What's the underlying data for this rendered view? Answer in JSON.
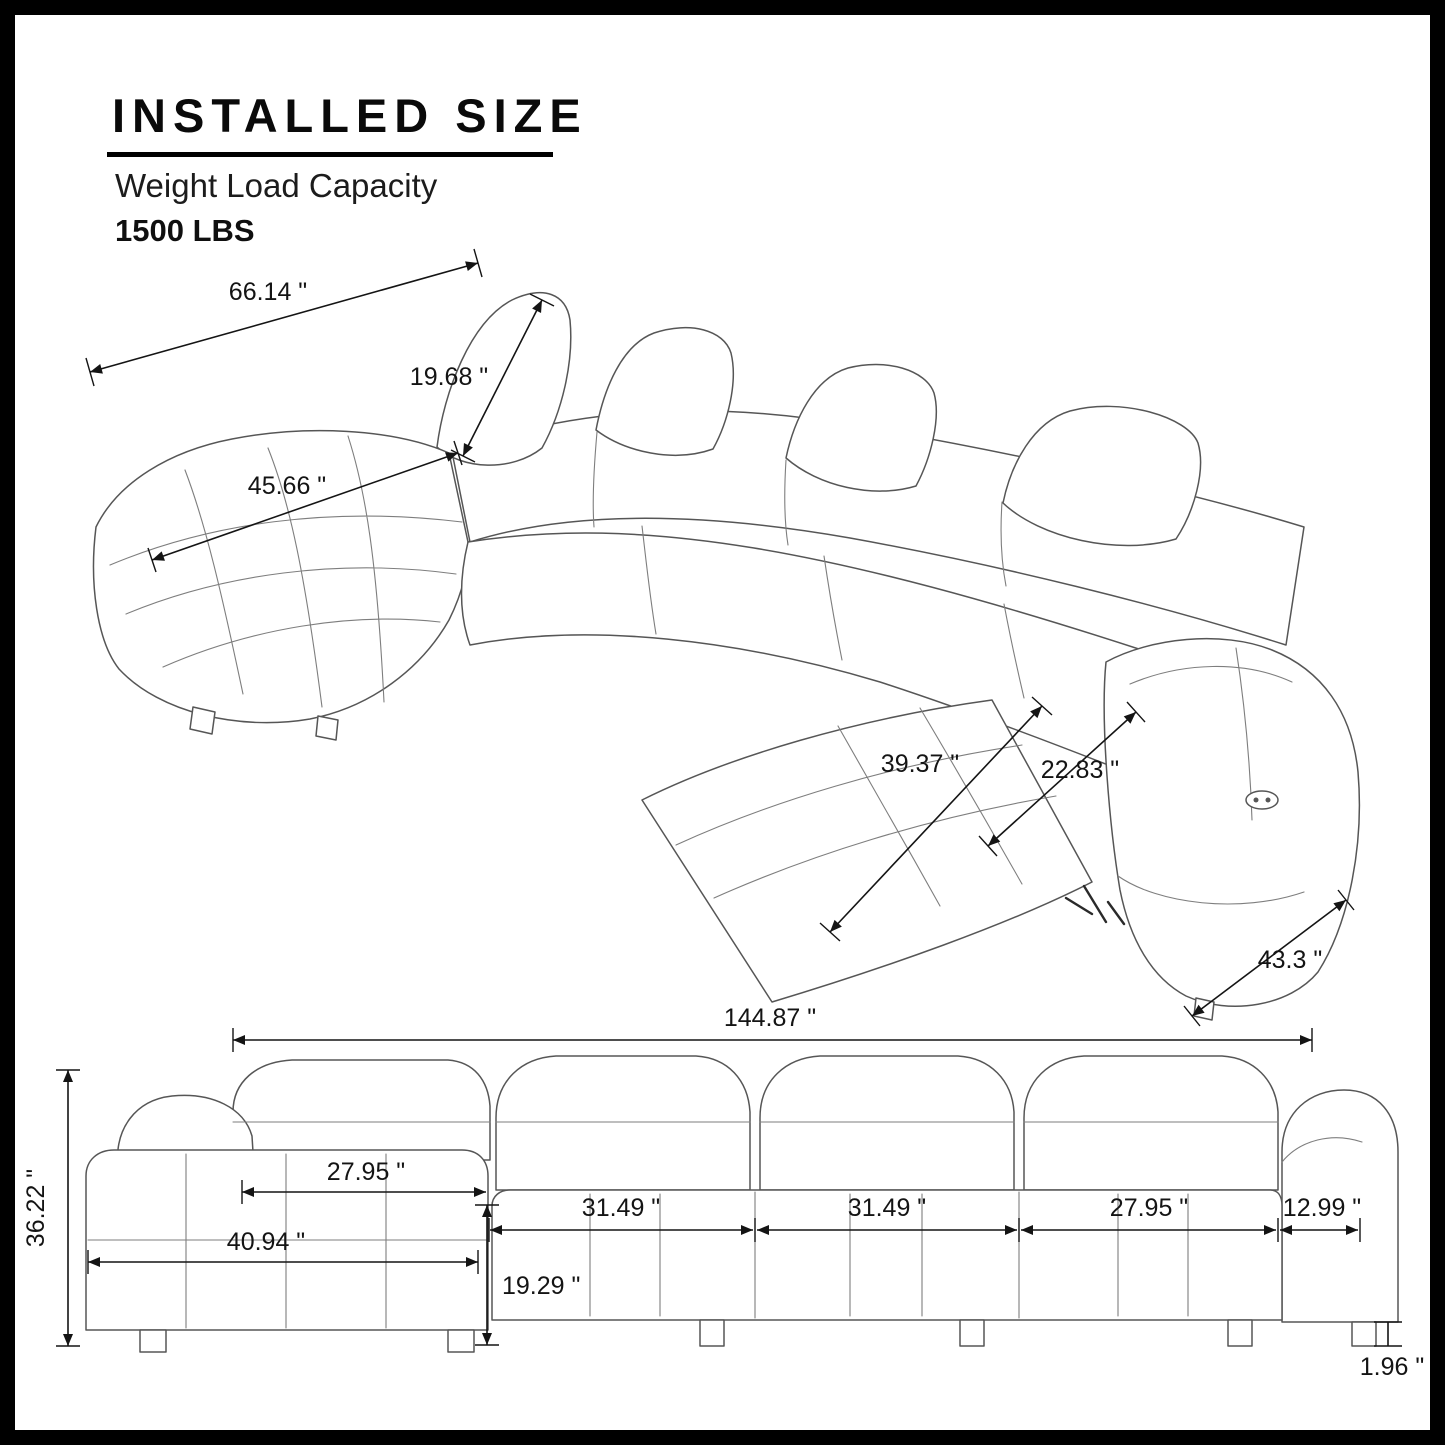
{
  "header": {
    "title": "INSTALLED  SIZE",
    "subtitle": "Weight Load Capacity",
    "capacity": "1500 LBS"
  },
  "style": {
    "ink": "#141414",
    "drawing_line": "#565656",
    "frame": "#000000"
  },
  "perspective_view": {
    "labels": [
      "66.14 \"",
      "19.68 \"",
      "45.66 \"",
      "39.37 \"",
      "22.83 \"",
      "43.3 \""
    ]
  },
  "front_view": {
    "labels": [
      "144.87 \"",
      "36.22 \"",
      "27.95 \"",
      "40.94 \"",
      "31.49 \"",
      "31.49 \"",
      "27.95 \"",
      "12.99 \"",
      "19.29 \"",
      "1.96 \""
    ]
  }
}
